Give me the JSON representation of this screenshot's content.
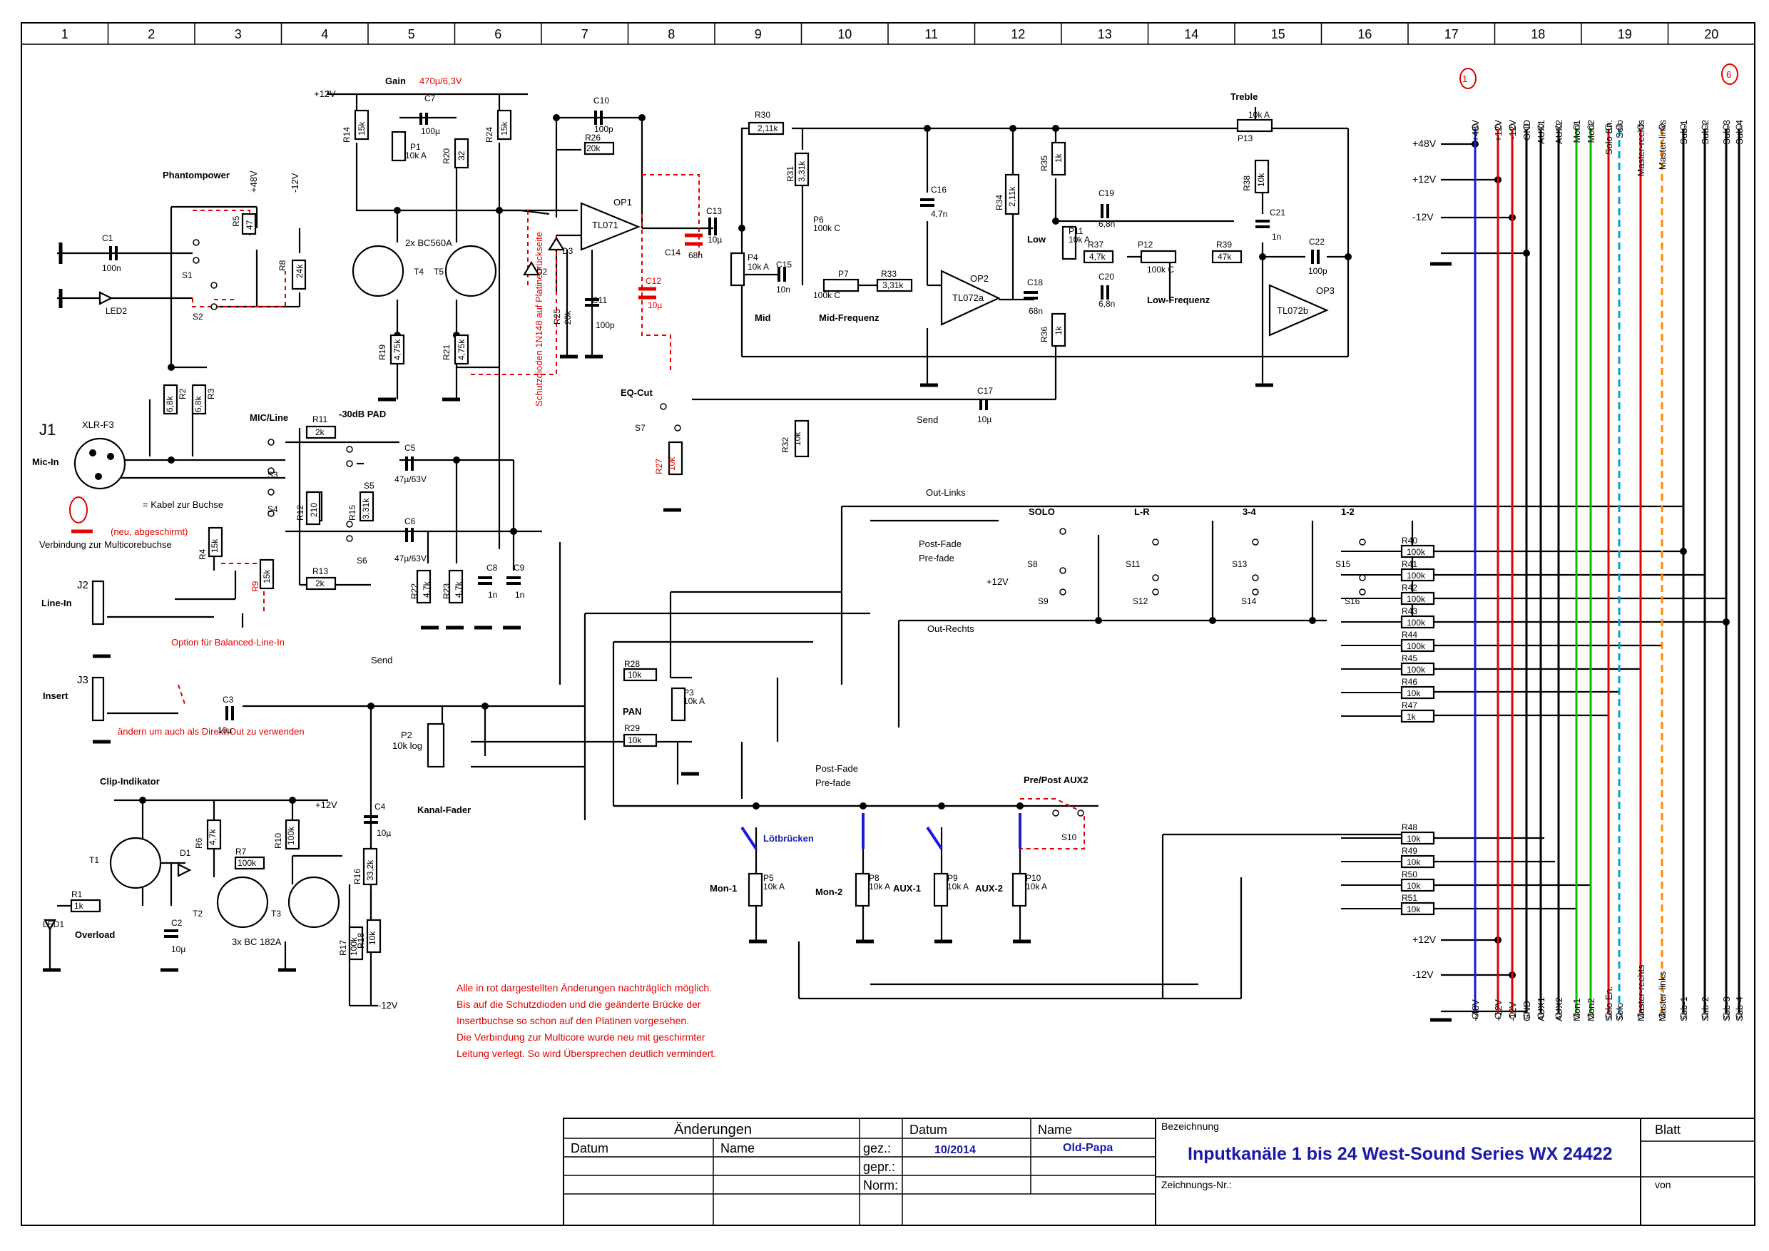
{
  "frame": {
    "columns": [
      "1",
      "2",
      "3",
      "4",
      "5",
      "6",
      "7",
      "8",
      "9",
      "10",
      "11",
      "12",
      "13",
      "14",
      "15",
      "16",
      "17",
      "18",
      "19",
      "20"
    ]
  },
  "labels": {
    "phantompower": "Phantompower",
    "p48v": "+48V",
    "m12v": "-12V",
    "p12v": "+12V",
    "gain": "Gain",
    "gain_cap": "470µ/6,3V",
    "j1": "J1",
    "xlr": "XLR-F3",
    "mic_in": "Mic-In",
    "kabel_buchse": "= Kabel zur Buchse",
    "verbindung": "Verbindung zur Multicorebuchse",
    "neu_abgeschirmt": "(neu, abgeschirmt)",
    "mic_line": "MIC/Line",
    "pad": "-30dB PAD",
    "j2": "J2",
    "line_in": "Line-In",
    "balanced_option": "Option für Balanced-Line-In",
    "j3": "J3",
    "insert": "Insert",
    "direct_out_note": "ändern um auch als Direkt-Out zu verwenden",
    "send": "Send",
    "kanal_fader": "Kanal-Fader",
    "p2": "P2",
    "p2_val": "10k log",
    "clip": "Clip-Indikator",
    "overload": "Overload",
    "bc182": "3x BC 182A",
    "bc560": "2x BC560A",
    "schutzdioden": "Schutzdioden 1N148 auf Platinenrückseite",
    "op1": "OP1",
    "tl071": "TL071",
    "op2": "OP2",
    "tl072a": "TL072a",
    "op3": "OP3",
    "tl072b": "TL072b",
    "eq_cut": "EQ-Cut",
    "mid": "Mid",
    "mid_freq": "Mid-Frequenz",
    "low": "Low",
    "low_freq": "Low-Frequenz",
    "treble": "Treble",
    "out_links": "Out-Links",
    "out_rechts": "Out-Rechts",
    "post_fade": "Post-Fade",
    "pre_fade": "Pre-fade",
    "pre_fade2": "Pre-fade",
    "post_fade2": "Post-Fade",
    "solo": "SOLO",
    "lr": "L-R",
    "s34": "3-4",
    "s12": "1-2",
    "pan": "PAN",
    "pre_post_aux2": "Pre/Post AUX2",
    "loetbruecken": "Lötbrücken",
    "mon1": "Mon-1",
    "mon2": "Mon-2",
    "aux1": "AUX-1",
    "aux2": "AUX-2",
    "bus_marker_left": "1",
    "bus_marker_right": "6"
  },
  "components": {
    "C1": "C1",
    "C1v": "100n",
    "LED2": "LED2",
    "R5": "R5",
    "R5v": "47",
    "R8": "R8",
    "R8v": "24k",
    "S1": "S1",
    "S2": "S2",
    "R2": "R2",
    "R2v": "6,8k",
    "R3": "R3",
    "R3v": "6,8k",
    "R14": "R14",
    "R14v": "15k",
    "C7": "C7",
    "C7v": "100µ",
    "P1": "P1",
    "P1v": "10k A",
    "R20": "R20",
    "R20v": "32",
    "R24": "R24",
    "R24v": "15k",
    "T4": "T4",
    "T5": "T5",
    "R19": "R19",
    "R19v": "4,75k",
    "R21": "R21",
    "R21v": "4,75k",
    "D2": "D2",
    "D3": "D3",
    "C10": "C10",
    "C10v": "100p",
    "R26": "R26",
    "R26v": "20k",
    "C13": "C13",
    "C13v": "10µ",
    "C14": "C14",
    "C14v": "68n",
    "C12": "C12",
    "C12v": "10µ",
    "R25": "R25",
    "R25v": "20k",
    "C11": "C11",
    "C11v": "100p",
    "R30": "R30",
    "R30v": "2,11k",
    "R31": "R31",
    "R31v": "3,31k",
    "P6": "P6",
    "P6v": "100k C",
    "P4": "P4",
    "P4v": "10k A",
    "C15": "C15",
    "C15v": "10n",
    "P7": "P7",
    "P7v": "100k C",
    "R33": "R33",
    "R33v": "3,31k",
    "C16": "C16",
    "C16v": "4,7n",
    "R34": "R34",
    "R34v": "2,11k",
    "C18": "C18",
    "C18v": "68n",
    "R35": "R35",
    "R35v": "1k",
    "R36": "R36",
    "R36v": "1k",
    "C19": "C19",
    "C19v": "6,8n",
    "C20": "C20",
    "C20v": "6,8n",
    "P11": "P11",
    "P11v": "10k A",
    "R37": "R37",
    "R37v": "4,7k",
    "P12": "P12",
    "P12v": "100k C",
    "P13": "P13",
    "P13v": "10k A",
    "R38": "R38",
    "R38v": "10k",
    "C21": "C21",
    "C21v": "1n",
    "R39": "R39",
    "R39v": "47k",
    "C22": "C22",
    "C22v": "100p",
    "C17": "C17",
    "C17v": "10µ",
    "S7": "S7",
    "R27": "R27",
    "R27v": "10k",
    "R32": "R32",
    "R32v": "10k",
    "R11": "R11",
    "R11v": "2k",
    "R12": "R12",
    "R12v": "210",
    "R15": "R15",
    "R15v": "3,31k",
    "R13": "R13",
    "R13v": "2k",
    "S3": "S3",
    "S4": "S4",
    "S5": "S5",
    "S6": "S6",
    "C5": "C5",
    "C5v": "47µ/63V",
    "C6": "C6",
    "C6v": "47µ/63V",
    "R22": "R22",
    "R22v": "4,7k",
    "R23": "R23",
    "R23v": "4,7k",
    "C8": "C8",
    "C8v": "1n",
    "C9": "C9",
    "C9v": "1n",
    "R4": "R4",
    "R4v": "15k",
    "R9": "R9",
    "R9v": "15k",
    "C3": "C3",
    "C3v": "10µ",
    "C4": "C4",
    "C4v": "10µ",
    "R16": "R16",
    "R16v": "33,2k",
    "R17": "R17",
    "R17v": "100k",
    "R18": "R18",
    "R18v": "10k",
    "T1": "T1",
    "T2": "T2",
    "T3": "T3",
    "D1": "D1",
    "R6": "R6",
    "R6v": "4,7k",
    "R7": "R7",
    "R7v": "100k",
    "R10": "R10",
    "R10v": "100k",
    "R1": "R1",
    "R1v": "1k",
    "C2": "C2",
    "C2v": "10µ",
    "LED1": "LED1",
    "R28": "R28",
    "R28v": "10k",
    "R29": "R29",
    "R29v": "10k",
    "P3": "P3",
    "P3v": "10k A",
    "P5": "P5",
    "P5v": "10k A",
    "P8": "P8",
    "P8v": "10k A",
    "P9": "P9",
    "P9v": "10k A",
    "P10": "P10",
    "P10v": "10k A",
    "S10": "S10",
    "S8": "S8",
    "S9": "S9",
    "S11": "S11",
    "S12": "S12",
    "S13": "S13",
    "S14": "S14",
    "S15": "S15",
    "S16": "S16"
  },
  "bus_resistors": [
    {
      "name": "R40",
      "value": "100k"
    },
    {
      "name": "R41",
      "value": "100k"
    },
    {
      "name": "R42",
      "value": "100k"
    },
    {
      "name": "R43",
      "value": "100k"
    },
    {
      "name": "R44",
      "value": "100k"
    },
    {
      "name": "R45",
      "value": "100k"
    },
    {
      "name": "R46",
      "value": "10k"
    },
    {
      "name": "R47",
      "value": "1k"
    }
  ],
  "aux_resistors": [
    {
      "name": "R48",
      "value": "10k"
    },
    {
      "name": "R49",
      "value": "10k"
    },
    {
      "name": "R50",
      "value": "10k"
    },
    {
      "name": "R51",
      "value": "10k"
    }
  ],
  "rails": {
    "left_labels": [
      "+48V",
      "+12V",
      "-12V"
    ],
    "left_labels_bottom": [
      "+12V",
      "-12V"
    ],
    "buses": [
      {
        "label": "+48V",
        "color": "#1a1ad8"
      },
      {
        "label": "+12V",
        "color": "#e00000"
      },
      {
        "label": "-12V",
        "color": "#e00000"
      },
      {
        "label": "GND",
        "color": "#000000"
      },
      {
        "label": "AUX1",
        "color": "#000000"
      },
      {
        "label": "AUX2",
        "color": "#000000"
      },
      {
        "label": "Mon1",
        "color": "#00c000"
      },
      {
        "label": "Mon2",
        "color": "#00c000"
      },
      {
        "label": "Solo En.",
        "color": "#e00000"
      },
      {
        "label": "Solo",
        "color": "#00a0e0"
      },
      {
        "label": "Master-rechts",
        "color": "#e00000"
      },
      {
        "label": "Master-links",
        "color": "#ff8c00"
      },
      {
        "label": "Sub-1",
        "color": "#000000"
      },
      {
        "label": "Sub-2",
        "color": "#000000"
      },
      {
        "label": "Sub-3",
        "color": "#000000"
      },
      {
        "label": "Sub-4",
        "color": "#000000"
      }
    ]
  },
  "notes": {
    "red_note": [
      "Alle in rot dargestellten Änderungen nachträglich möglich.",
      "Bis auf die Schutzdioden und die geänderte Brücke der",
      "Insertbuchse so schon auf den Platinen vorgesehen.",
      "Die Verbindung zur Multicore wurde neu mit geschirmter",
      "Leitung verlegt. So wird Übersprechen deutlich vermindert."
    ]
  },
  "titleblock": {
    "aenderungen": "Änderungen",
    "datum_header": "Datum",
    "name_header": "Name",
    "datum_col": "Datum",
    "name_col": "Name",
    "gez": "gez.:",
    "gez_date": "10/2014",
    "gez_name": "Old-Papa",
    "gepr": "gepr.:",
    "norm": "Norm:",
    "bezeichnung": "Bezeichnung",
    "title": "Inputkanäle 1 bis 24 West-Sound Series WX 24422",
    "blatt": "Blatt",
    "zeichnungs_nr": "Zeichnungs-Nr.:",
    "von": "von"
  },
  "colors": {
    "wire": "#000000",
    "modification": "#e00000",
    "title_blue": "#1a1aa8"
  }
}
